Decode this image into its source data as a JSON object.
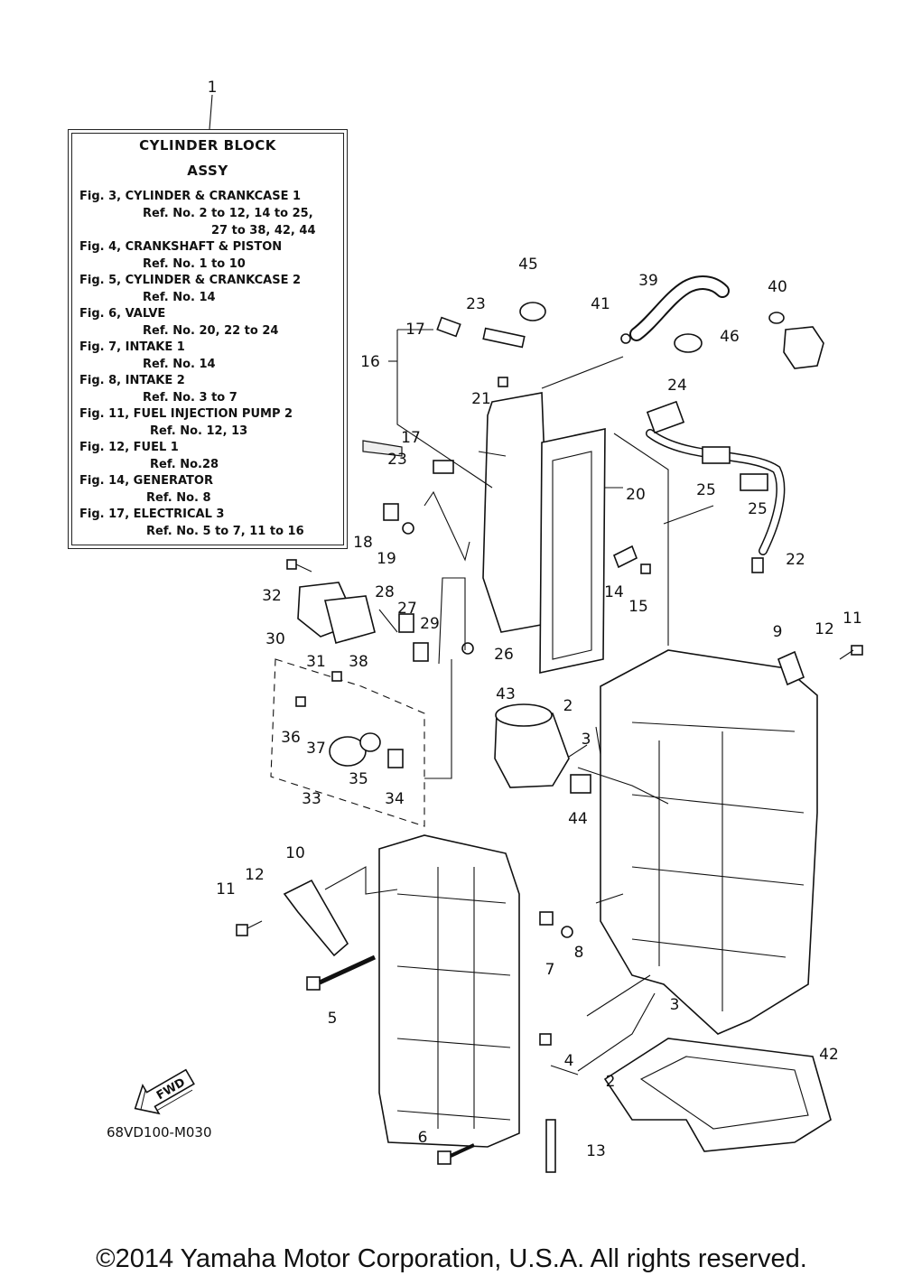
{
  "legend": {
    "part_number": "1",
    "title_line1": "CYLINDER BLOCK",
    "title_line2": "ASSY",
    "lines": [
      "Fig. 3, CYLINDER & CRANKCASE 1",
      "Ref. No. 2 to 12, 14 to 25,",
      "27 to 38, 42, 44",
      "Fig. 4, CRANKSHAFT & PISTON",
      "Ref. No. 1 to 10",
      "Fig. 5, CYLINDER & CRANKCASE 2",
      "Ref. No. 14",
      "Fig. 6, VALVE",
      "Ref. No. 20, 22 to 24",
      "Fig. 7, INTAKE 1",
      "Ref. No. 14",
      "Fig. 8, INTAKE 2",
      "Ref. No. 3 to 7",
      "Fig. 11, FUEL INJECTION PUMP 2",
      "Ref. No. 12, 13",
      "Fig. 12, FUEL 1",
      "Ref. No.28",
      "Fig. 14, GENERATOR",
      "Ref. No. 8",
      "Fig. 17, ELECTRICAL 3",
      "Ref. No. 5 to 7, 11 to 16"
    ]
  },
  "callouts": [
    "45",
    "23",
    "41",
    "39",
    "40",
    "17",
    "16",
    "46",
    "21",
    "24",
    "17",
    "23",
    "20",
    "25",
    "25",
    "18",
    "19",
    "22",
    "14",
    "15",
    "32",
    "28",
    "27",
    "29",
    "30",
    "31",
    "26",
    "11",
    "9",
    "12",
    "38",
    "43",
    "2",
    "36",
    "37",
    "3",
    "35",
    "34",
    "44",
    "33",
    "10",
    "12",
    "11",
    "8",
    "7",
    "5",
    "3",
    "4",
    "2",
    "42",
    "6",
    "13"
  ],
  "fwd_label": "FWD",
  "diagram_code": "68VD100-M030",
  "copyright": "©2014 Yamaha Motor Corporation, U.S.A. All rights reserved."
}
